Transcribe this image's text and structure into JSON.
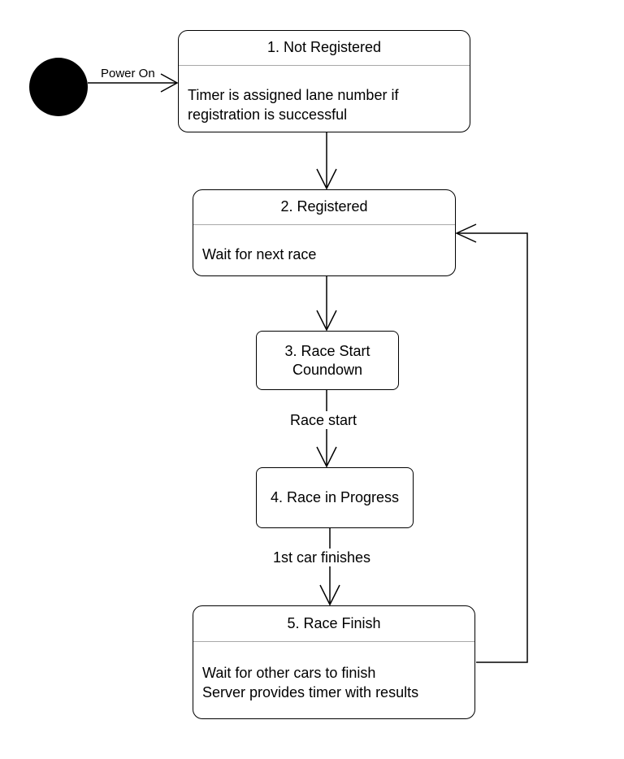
{
  "initial_state": {
    "icon": "filled-circle-icon",
    "color": "#000000"
  },
  "transitions": {
    "power_on": "Power On",
    "race_start": "Race start",
    "first_car_finishes": "1st car finishes"
  },
  "states": {
    "s1": {
      "title": "1. Not Registered",
      "body": [
        "Timer is assigned lane number if",
        "registration is successful"
      ]
    },
    "s2": {
      "title": "2. Registered",
      "body": [
        "Wait for next race"
      ]
    },
    "s3": {
      "lines": [
        "3. Race Start",
        "Coundown"
      ]
    },
    "s4": {
      "title": "4. Race in Progress"
    },
    "s5": {
      "title": "5. Race Finish",
      "body": [
        "Wait for other cars to finish",
        "Server provides timer with results"
      ]
    }
  }
}
